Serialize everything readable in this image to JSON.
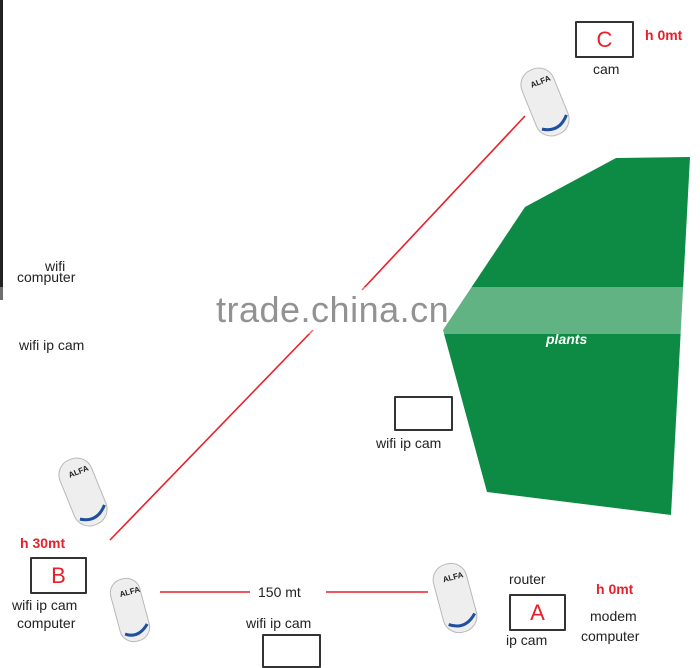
{
  "nodes": {
    "c": {
      "letter": "C",
      "height": "h 0mt",
      "label": "cam"
    },
    "b": {
      "letter": "B",
      "height": "h 30mt",
      "label_1": "wifi ip cam",
      "label_2": "computer"
    },
    "a": {
      "letter": "A",
      "height": "h 0mt",
      "top_label": "router",
      "side_label_1": "modem",
      "side_label_2": "computer",
      "bottom_label": "ip cam"
    }
  },
  "left_labels": {
    "wifi": "wifi",
    "computer": "computer",
    "wifi_ip_cam": "wifi ip cam"
  },
  "middle_box_label": "wifi ip cam",
  "bottom_center_label": "wifi ip cam",
  "link_distance": "150 mt",
  "obstacle_label": "plants",
  "device_brand": "ALFA",
  "watermark": "trade.china.cn",
  "colors": {
    "link": "#e8202a",
    "plants": "#0d8a43",
    "device_body": "#eeeeee",
    "device_stripe": "#1f4fa0"
  }
}
